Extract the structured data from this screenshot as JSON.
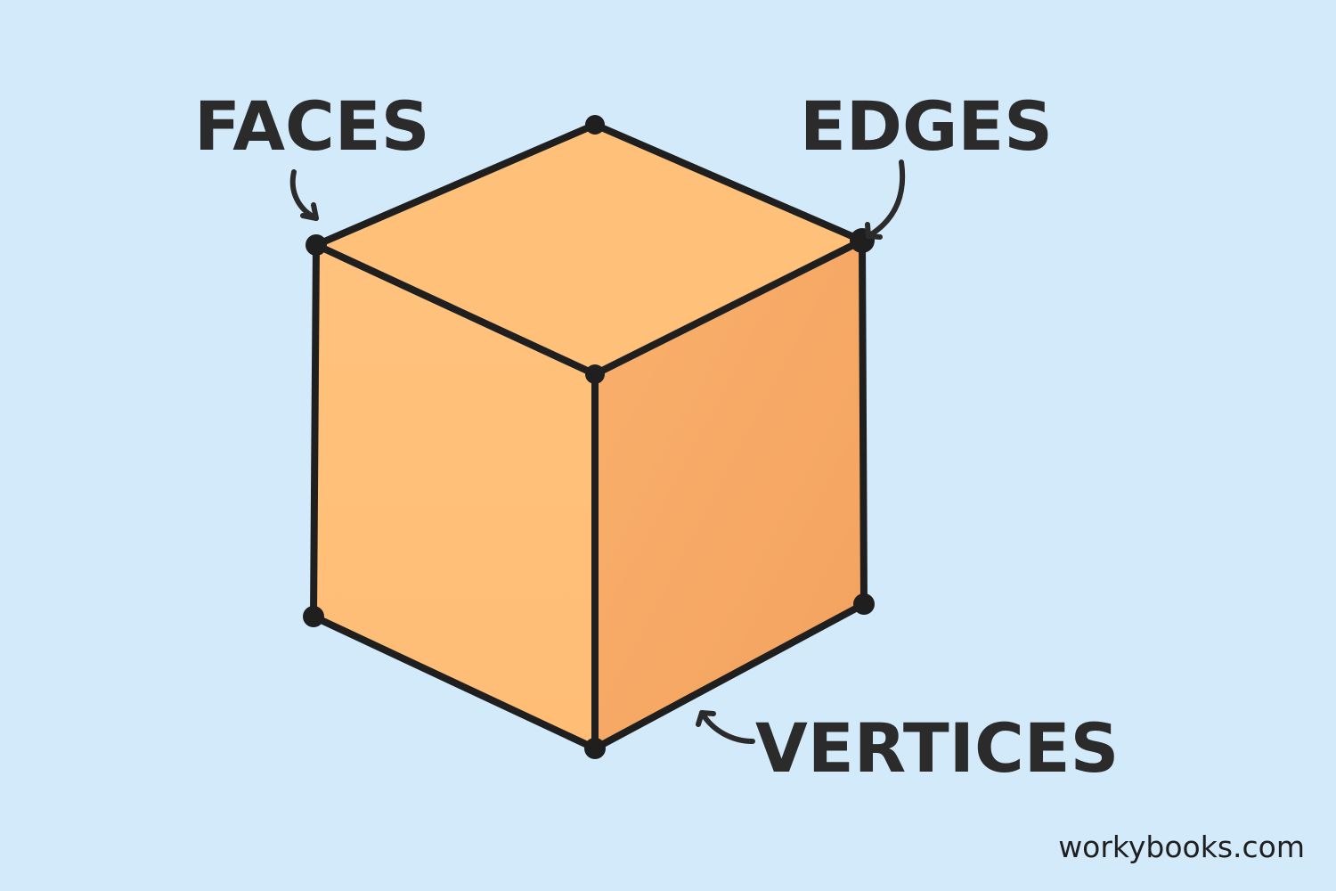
{
  "labels": {
    "faces": "FACES",
    "edges": "EDGES",
    "vertices": "VERTICES"
  },
  "credit": "workybooks.com",
  "colors": {
    "background": "#d3eafb",
    "top_face": "#ffc07a",
    "left_face": "#ffc07a",
    "right_face": "#f7a865",
    "outline": "#1f1f1f"
  }
}
